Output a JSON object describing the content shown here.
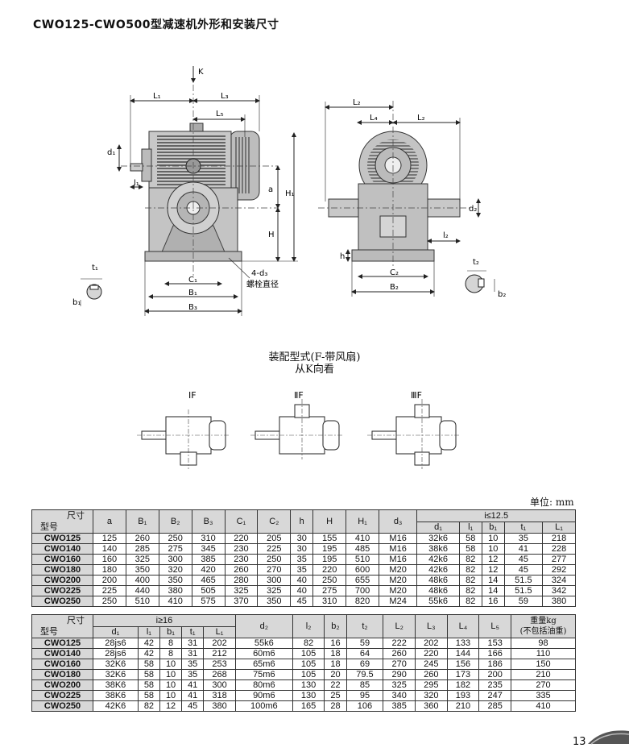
{
  "title": "CWO125-CWO500型减速机外形和安装尺寸",
  "drawing_labels": {
    "K": "K",
    "L1": "L₁",
    "L3": "L₃",
    "L5": "L₅",
    "d1": "d₁",
    "l1": "l₁",
    "a": "a",
    "H1": "H₁",
    "H": "H",
    "t1": "t₁",
    "b1": "b₁",
    "C1": "C₁",
    "B1": "B₁",
    "B3": "B₃",
    "d3": "4-d₃",
    "bolt": "螺栓直径",
    "L2a": "L₂",
    "L4": "L₄",
    "L2b": "L₂",
    "d2": "d₂",
    "l2": "l₂",
    "h": "h",
    "C2": "C₂",
    "B2": "B₂",
    "t2": "t₂",
    "b2": "b₂"
  },
  "assembly": {
    "title": "装配型式(F-带风扇)",
    "subtitle": "从K向看",
    "types": [
      "ⅠF",
      "ⅡF",
      "ⅢF"
    ]
  },
  "unit": "单位: mm",
  "table1": {
    "corner_top": "尺寸",
    "corner_bottom": "型号",
    "columns": [
      "a",
      "B₁",
      "B₂",
      "B₃",
      "C₁",
      "C₂",
      "h",
      "H",
      "H₁",
      "d₃"
    ],
    "group": "i≤12.5",
    "sub_columns": [
      "d₁",
      "l₁",
      "b₁",
      "t₁",
      "L₁"
    ],
    "rows": [
      [
        "CWO125",
        "125",
        "260",
        "250",
        "310",
        "220",
        "205",
        "30",
        "155",
        "410",
        "M16",
        "32k6",
        "58",
        "10",
        "35",
        "218"
      ],
      [
        "CWO140",
        "140",
        "285",
        "275",
        "345",
        "230",
        "225",
        "30",
        "195",
        "485",
        "M16",
        "38k6",
        "58",
        "10",
        "41",
        "228"
      ],
      [
        "CWO160",
        "160",
        "325",
        "300",
        "385",
        "230",
        "250",
        "35",
        "195",
        "510",
        "M16",
        "42k6",
        "82",
        "12",
        "45",
        "277"
      ],
      [
        "CWO180",
        "180",
        "350",
        "320",
        "420",
        "260",
        "270",
        "35",
        "220",
        "600",
        "M20",
        "42k6",
        "82",
        "12",
        "45",
        "292"
      ],
      [
        "CWO200",
        "200",
        "400",
        "350",
        "465",
        "280",
        "300",
        "40",
        "250",
        "655",
        "M20",
        "48k6",
        "82",
        "14",
        "51.5",
        "324"
      ],
      [
        "CWO225",
        "225",
        "440",
        "380",
        "505",
        "325",
        "325",
        "40",
        "275",
        "700",
        "M20",
        "48k6",
        "82",
        "14",
        "51.5",
        "342"
      ],
      [
        "CWO250",
        "250",
        "510",
        "410",
        "575",
        "370",
        "350",
        "45",
        "310",
        "820",
        "M24",
        "55k6",
        "82",
        "16",
        "59",
        "380"
      ]
    ]
  },
  "table2": {
    "corner_top": "尺寸",
    "corner_bottom": "型号",
    "group": "i≥16",
    "sub_columns": [
      "d₁",
      "l₁",
      "b₁",
      "t₁",
      "L₁"
    ],
    "columns": [
      "d₂",
      "l₂",
      "b₂",
      "t₂",
      "L₂",
      "L₃",
      "L₄",
      "L₅"
    ],
    "weight_header_1": "重量kg",
    "weight_header_2": "(不包括油重)",
    "rows": [
      [
        "CWO125",
        "28js6",
        "42",
        "8",
        "31",
        "202",
        "55k6",
        "82",
        "16",
        "59",
        "222",
        "202",
        "133",
        "153",
        "98"
      ],
      [
        "CWO140",
        "28js6",
        "42",
        "8",
        "31",
        "212",
        "60m6",
        "105",
        "18",
        "64",
        "260",
        "220",
        "144",
        "166",
        "110"
      ],
      [
        "CWO160",
        "32K6",
        "58",
        "10",
        "35",
        "253",
        "65m6",
        "105",
        "18",
        "69",
        "270",
        "245",
        "156",
        "186",
        "150"
      ],
      [
        "CWO180",
        "32K6",
        "58",
        "10",
        "35",
        "268",
        "75m6",
        "105",
        "20",
        "79.5",
        "290",
        "260",
        "173",
        "200",
        "210"
      ],
      [
        "CWO200",
        "38K6",
        "58",
        "10",
        "41",
        "300",
        "80m6",
        "130",
        "22",
        "85",
        "325",
        "295",
        "182",
        "235",
        "270"
      ],
      [
        "CWO225",
        "38K6",
        "58",
        "10",
        "41",
        "318",
        "90m6",
        "130",
        "25",
        "95",
        "340",
        "320",
        "193",
        "247",
        "335"
      ],
      [
        "CWO250",
        "42K6",
        "82",
        "12",
        "45",
        "380",
        "100m6",
        "165",
        "28",
        "106",
        "385",
        "360",
        "210",
        "285",
        "410"
      ]
    ]
  },
  "page_number": "13"
}
